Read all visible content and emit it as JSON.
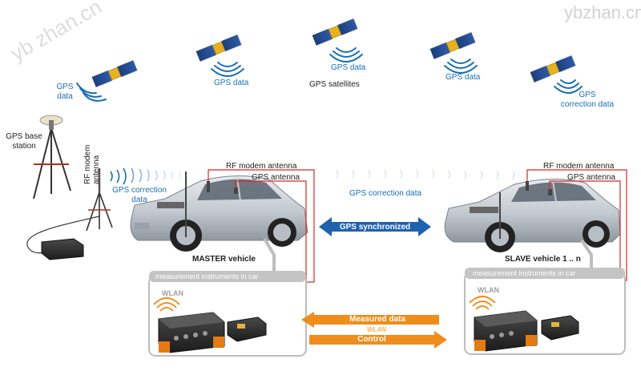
{
  "watermark": {
    "text_main": "yb zhan",
    "text_sub": ".cn",
    "top_right": "ybzhan.cn"
  },
  "satellites": [
    {
      "label_line1": "GPS",
      "label_line2": "data"
    },
    {
      "label_line1": "GPS data"
    },
    {
      "label_line1": "GPS data"
    },
    {
      "label_line1": "GPS data"
    },
    {
      "label_line1": "GPS",
      "label_line2": "correction data"
    }
  ],
  "gps_satellites_label": "GPS satellites",
  "base_station": {
    "label_line1": "GPS base",
    "label_line2": "station",
    "rf_modem_line1": "RF modem",
    "rf_modem_line2": "antenna",
    "correction_line1": "GPS correction",
    "correction_line2": "data"
  },
  "master": {
    "rf_antenna": "RF modem antenna",
    "gps_antenna": "GPS antenna",
    "vehicle_label": "MASTER vehicle",
    "instruments_label": "measurement instruments in car",
    "wlan": "WLAN"
  },
  "slave": {
    "rf_antenna": "RF modem antenna",
    "gps_antenna": "GPS antenna",
    "vehicle_label": "SLAVE vehicle 1 .. n",
    "instruments_label": "measurement instruments in car",
    "wlan": "WLAN"
  },
  "middle_correction": "GPS correction data",
  "gps_synchronized": "GPS synchronized",
  "measured_data": "Measured data",
  "wlan_middle": "WLAN",
  "control": "Control",
  "colors": {
    "signal_blue": "#1a6fb5",
    "sync_blue": "#1f62b0",
    "wlan_orange": "#f08c1a",
    "cable_red": "#d42a2a",
    "box_gray": "#bdbdbd"
  }
}
